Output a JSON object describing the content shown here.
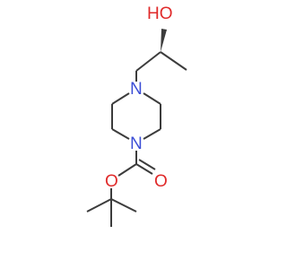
{
  "molecule": {
    "labels": {
      "hydroxyl": "HO",
      "n_top": "N",
      "n_bottom": "N",
      "o_ester": "O",
      "o_carbonyl": "O"
    },
    "colors": {
      "bond": "#3c3c3c",
      "oxygen": "#e02a2a",
      "nitrogen": "#3d4fd6",
      "background": "#ffffff"
    }
  }
}
